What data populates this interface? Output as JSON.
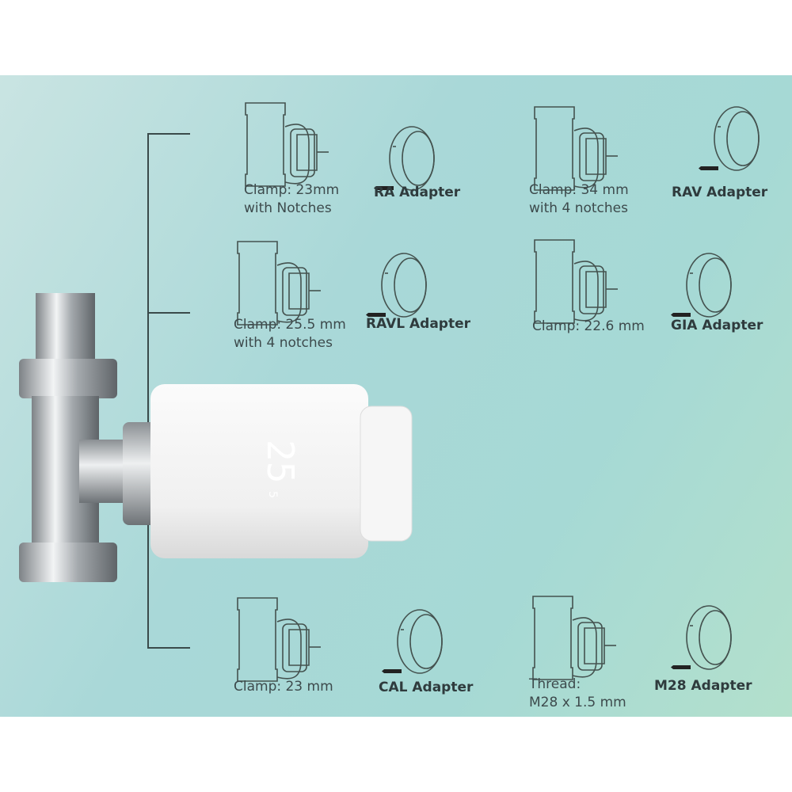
{
  "rows": [
    {
      "clamp": "Clamp: 23mm\nwith Notches",
      "adapter": "RA Adapter"
    },
    {
      "clamp": "Clamp: 34 mm\nwith 4 notches",
      "adapter": "RAV Adapter"
    },
    {
      "clamp": "Clamp: 25.5 mm\nwith 4 notches",
      "adapter": "RAVL Adapter"
    },
    {
      "clamp": "Clamp: 22.6 mm",
      "adapter": "GIA Adapter"
    },
    {
      "clamp": "Clamp: 23 mm",
      "adapter": "CAL Adapter"
    },
    {
      "clamp": "Thread:\nM28 x 1.5 mm",
      "adapter": "M28 Adapter"
    }
  ],
  "device": {
    "display": "25",
    "display_small": "5"
  }
}
